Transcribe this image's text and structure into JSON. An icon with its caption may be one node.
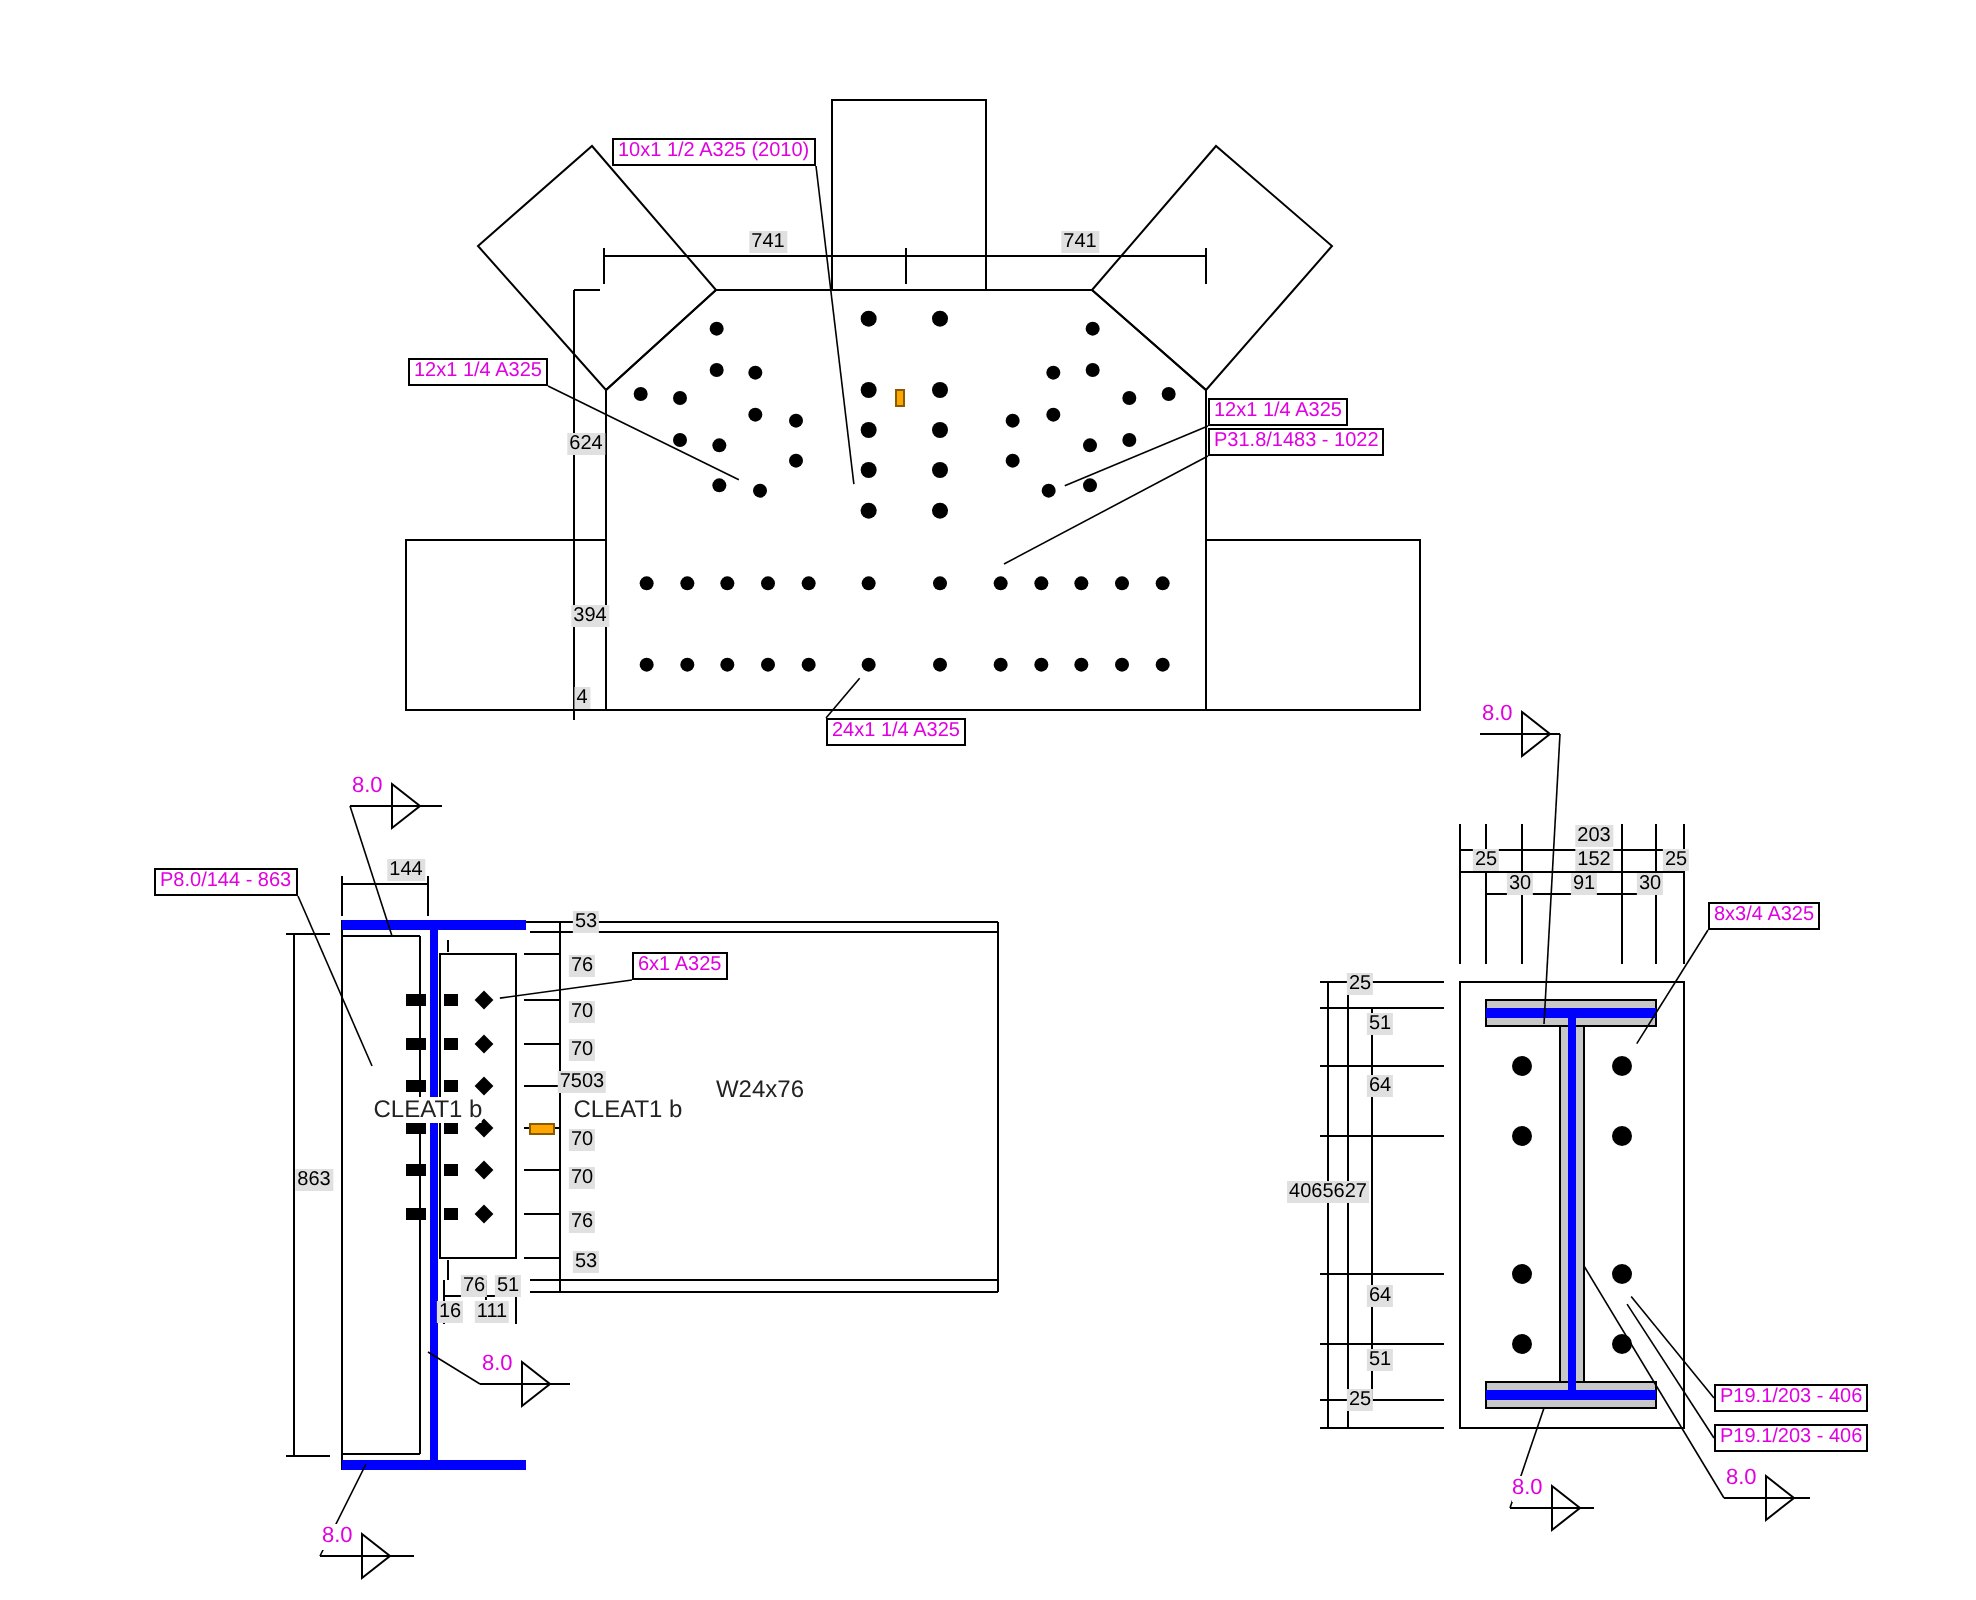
{
  "diagram": {
    "nodes": [
      {
        "text": [
          "10x1 1/2 A325 (2010)"
        ]
      },
      {
        "text": [
          "12x1 1/4 A325"
        ]
      },
      {
        "text": [
          "12x1 1/4 A325"
        ]
      },
      {
        "text": [
          "P31.8/1483 - 1022"
        ]
      },
      {
        "text": [
          "24x1 1/4 A325"
        ]
      },
      {
        "text": [
          "8.0"
        ]
      },
      {
        "text": [
          "P8.0/144 - 863"
        ]
      },
      {
        "text": [
          "6x1 A325"
        ]
      },
      {
        "text": [
          "8.0"
        ]
      },
      {
        "text": [
          "8.0"
        ]
      },
      {
        "text": [
          "8.0"
        ]
      },
      {
        "text": [
          "8x3/4 A325"
        ]
      },
      {
        "text": [
          "P19.1/203 - 406"
        ]
      },
      {
        "text": [
          "P19.1/203 - 406"
        ]
      },
      {
        "text": [
          "8.0"
        ]
      },
      {
        "text": [
          "8.0"
        ]
      }
    ],
    "edges": [
      {
        "from": 0,
        "to": null,
        "arrow": "none"
      },
      {
        "from": 1,
        "to": null,
        "arrow": "none"
      },
      {
        "from": 2,
        "to": null,
        "arrow": "none"
      },
      {
        "from": 3,
        "to": null,
        "arrow": "none"
      },
      {
        "from": 4,
        "to": null,
        "arrow": "none"
      },
      {
        "from": 5,
        "to": null,
        "arrow": "none"
      },
      {
        "from": 6,
        "to": null,
        "arrow": "none"
      },
      {
        "from": 7,
        "to": null,
        "arrow": "none"
      },
      {
        "from": 8,
        "to": null,
        "arrow": "none"
      },
      {
        "from": 9,
        "to": null,
        "arrow": "none"
      },
      {
        "from": 10,
        "to": null,
        "arrow": "none"
      },
      {
        "from": 11,
        "to": null,
        "arrow": "none"
      },
      {
        "from": 12,
        "to": null,
        "arrow": "none"
      },
      {
        "from": 13,
        "to": null,
        "arrow": "none"
      },
      {
        "from": 14,
        "to": null,
        "arrow": "none"
      },
      {
        "from": 15,
        "to": null,
        "arrow": "none"
      }
    ],
    "labels": [
      "741",
      "741",
      "624",
      "394",
      "4",
      "144",
      "53",
      "76",
      "70",
      "70",
      "7503",
      "CLEAT1 b",
      "CLEAT1 b",
      "W24x76",
      "70",
      "863",
      "70",
      "76",
      "53",
      "76",
      "51",
      "16",
      "111",
      "203",
      "25",
      "152",
      "25",
      "30",
      "91",
      "30",
      "25",
      "51",
      "64",
      "4065627",
      "64",
      "51",
      "25"
    ]
  }
}
